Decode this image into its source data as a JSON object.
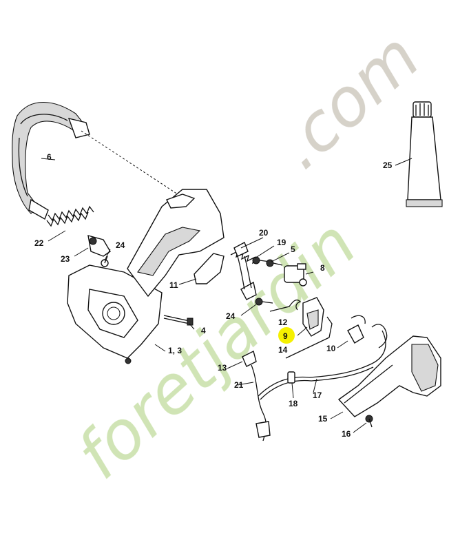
{
  "watermark": {
    "brand": "foretjardin",
    "domain": ".com",
    "colors": {
      "green": "#c8e0a8",
      "orange": "#f6d1a6",
      "gray": "#cfcac0"
    }
  },
  "highlight": {
    "part": "9",
    "color": "#f5f000"
  },
  "labels": {
    "p6": "6",
    "p22": "22",
    "p23": "23",
    "p24a": "24",
    "p20": "20",
    "p19": "19",
    "p5": "5",
    "p8": "8",
    "p11": "11",
    "p24b": "24",
    "p4": "4",
    "p1": "1, 3",
    "p12": "12",
    "p9": "9",
    "p14": "14",
    "p10": "10",
    "p13": "13",
    "p21": "21",
    "p18": "18",
    "p17": "17",
    "p15": "15",
    "p16": "16",
    "p25": "25"
  }
}
